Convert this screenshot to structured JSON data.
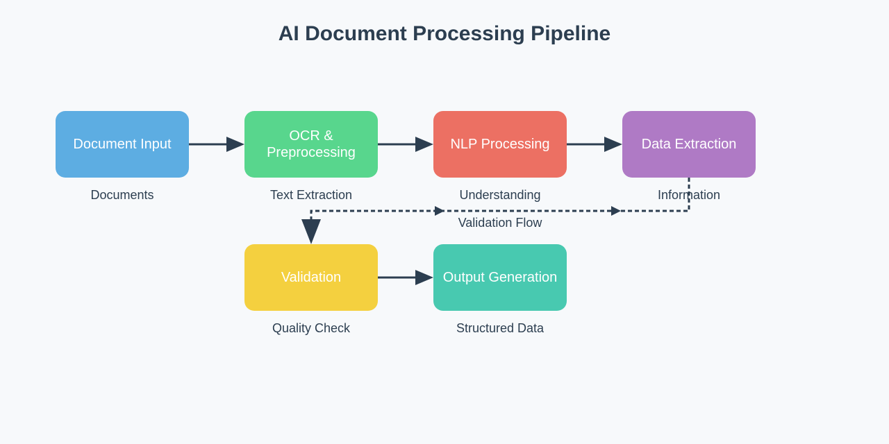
{
  "title": "AI Document Processing Pipeline",
  "colors": {
    "arrow": "#2c3e50",
    "document_input": "#5dade2",
    "ocr": "#58d68d",
    "nlp": "#ec7063",
    "extraction": "#af7ac5",
    "validation": "#f4d03f",
    "output": "#48c9b0"
  },
  "nodes": {
    "document_input": {
      "label": "Document Input",
      "caption": "Documents"
    },
    "ocr": {
      "label": "OCR &\nPreprocessing",
      "caption": "Text Extraction"
    },
    "nlp": {
      "label": "NLP Processing",
      "caption": "Understanding"
    },
    "extraction": {
      "label": "Data Extraction",
      "caption": "Information"
    },
    "validation": {
      "label": "Validation",
      "caption": "Quality Check"
    },
    "output": {
      "label": "Output Generation",
      "caption": "Structured Data"
    }
  },
  "flows": [
    {
      "from": "Document Input",
      "to": "OCR & Preprocessing",
      "style": "solid"
    },
    {
      "from": "OCR & Preprocessing",
      "to": "NLP Processing",
      "style": "solid"
    },
    {
      "from": "NLP Processing",
      "to": "Data Extraction",
      "style": "solid"
    },
    {
      "from": "Data Extraction",
      "to": "Validation",
      "style": "dashed",
      "label": "Validation Flow"
    },
    {
      "from": "Validation",
      "to": "Output Generation",
      "style": "solid"
    }
  ]
}
